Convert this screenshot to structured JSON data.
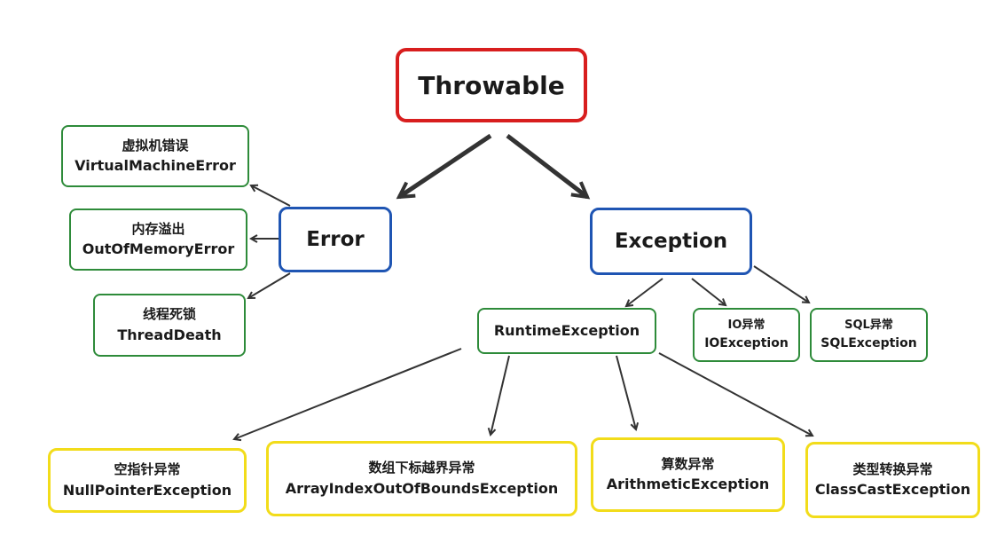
{
  "root": {
    "label": "Throwable"
  },
  "error": {
    "label": "Error",
    "children": [
      {
        "cn": "虚拟机错误",
        "en": "VirtualMachineError"
      },
      {
        "cn": "内存溢出",
        "en": "OutOfMemoryError"
      },
      {
        "cn": "线程死锁",
        "en": "ThreadDeath"
      }
    ]
  },
  "exception": {
    "label": "Exception",
    "runtime": {
      "label": "RuntimeException"
    },
    "io": {
      "cn": "IO异常",
      "en": "IOException"
    },
    "sql": {
      "cn": "SQL异常",
      "en": "SQLException"
    }
  },
  "runtime_children": [
    {
      "cn": "空指针异常",
      "en": "NullPointerException"
    },
    {
      "cn": "数组下标越界异常",
      "en": "ArrayIndexOutOfBoundsException"
    },
    {
      "cn": "算数异常",
      "en": "ArithmeticException"
    },
    {
      "cn": "类型转换异常",
      "en": "ClassCastException"
    }
  ],
  "colors": {
    "root_border": "#d81e1e",
    "level1_border": "#1f55b3",
    "leaf_border": "#2e8b3a",
    "runtime_leaf_border": "#f2dc1a",
    "arrow": "#333333"
  }
}
